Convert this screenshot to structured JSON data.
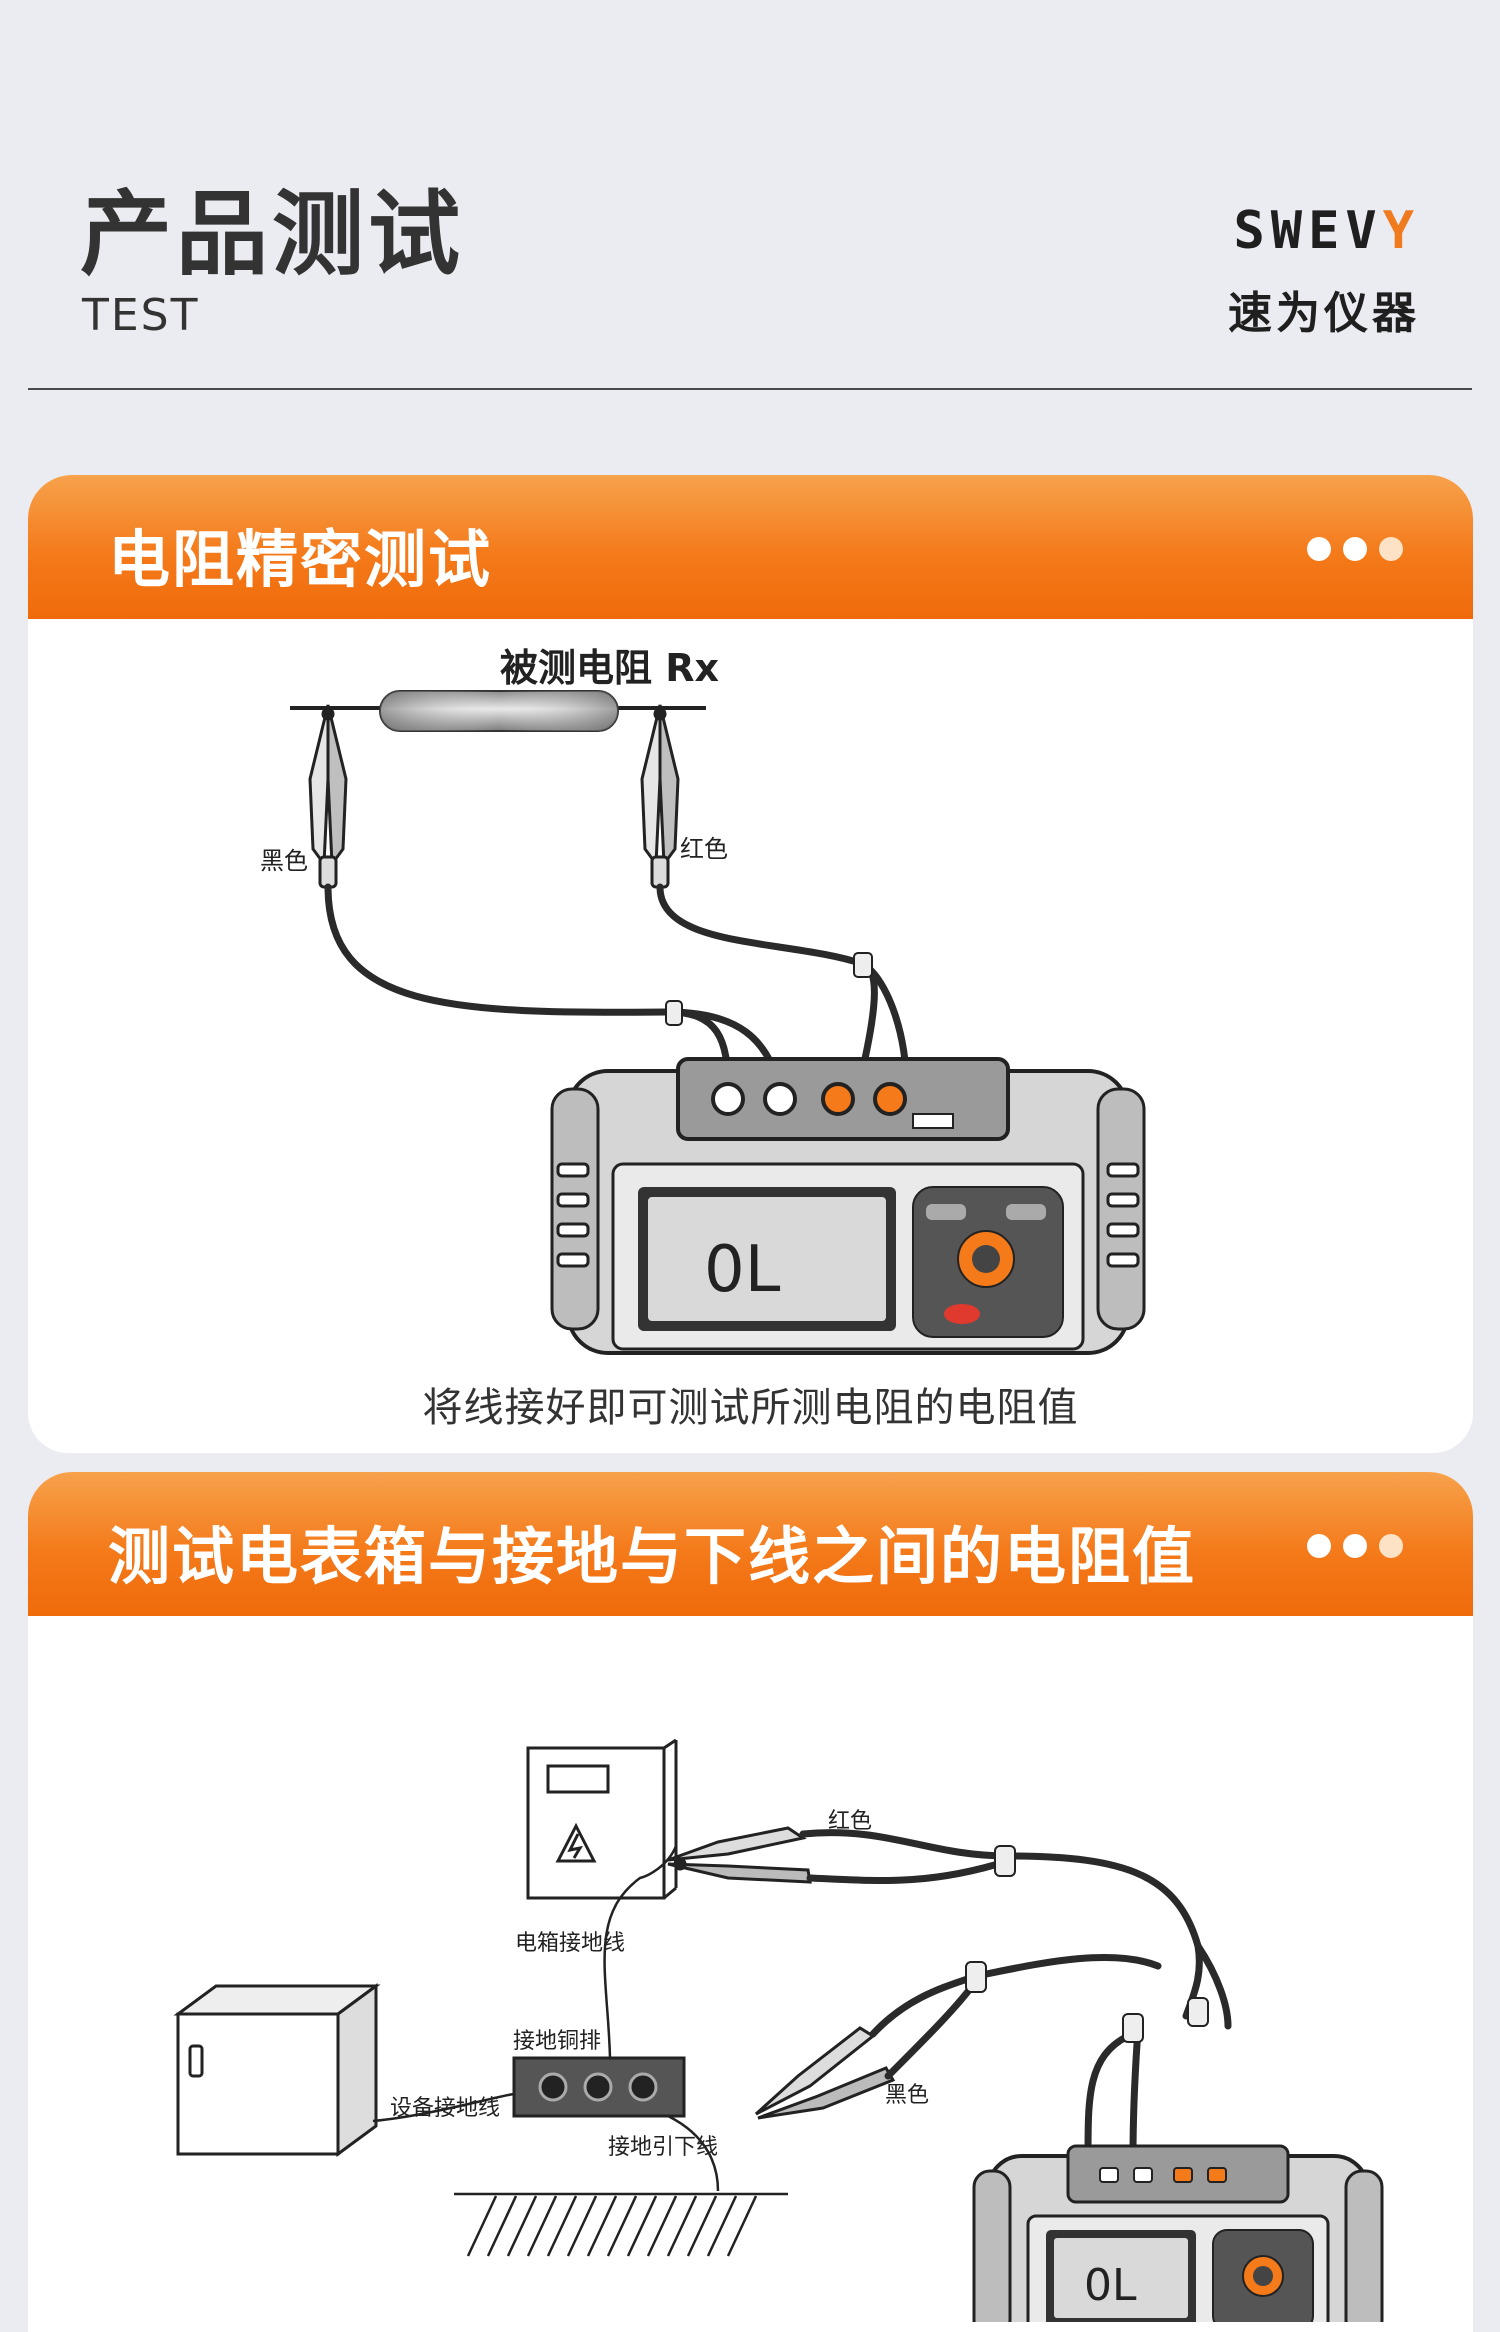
{
  "header": {
    "title_cn": "产品测试",
    "title_en": "TEST",
    "brand_logo_main": "SWEV",
    "brand_logo_accent": "Y",
    "brand_name": "速为仪器"
  },
  "section1": {
    "title": "电阻精密测试",
    "resistor_label": "被测电阻 Rx",
    "black_label": "黑色",
    "red_label": "红色",
    "display_value": "0L",
    "caption": "将线接好即可测试所测电阻的电阻值"
  },
  "section2": {
    "title": "测试电表箱与接地与下线之间的电阻值",
    "red_label": "红色",
    "black_label": "黑色",
    "box_ground_label": "电箱接地线",
    "copper_bar_label": "接地铜排",
    "equipment_ground_label": "设备接地线",
    "down_lead_label": "接地引下线",
    "display_value": "0L"
  },
  "colors": {
    "accent": "#f47a1a",
    "background": "#eaecf2"
  }
}
